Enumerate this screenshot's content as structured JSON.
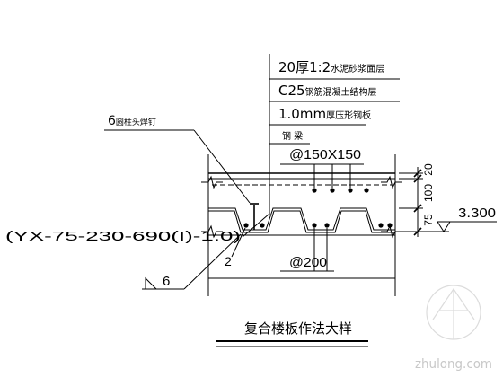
{
  "drawing": {
    "layers": [
      {
        "spec": "20厚1:2",
        "name": "水泥砂浆面层"
      },
      {
        "spec": "C25",
        "name": "钢筋混凝土结构层"
      },
      {
        "spec": "1.0mm",
        "name": "厚压形钢板"
      },
      {
        "name": "钢 梁"
      }
    ],
    "stud": {
      "size": "6",
      "name": "圆柱头焊钉"
    },
    "top_mesh": "@150X150",
    "thickness_dims": [
      "20",
      "100",
      "75"
    ],
    "elevation": "3.300",
    "deck_spec": "(YX-75-230-690(I)-1.0)",
    "rib_bar_count": "2",
    "rib_bar_spacing": "@200",
    "weld_size": "6",
    "title": "复合楼板作法大样"
  },
  "watermark": "zhulong.com",
  "colors": {
    "line": "#000000",
    "background": "#ffffff",
    "watermark": "#c8c8c8"
  }
}
